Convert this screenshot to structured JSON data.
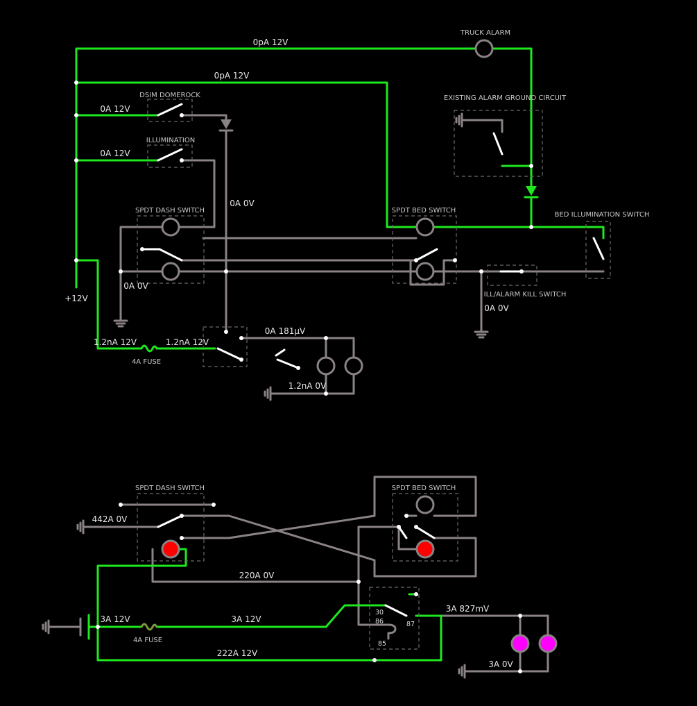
{
  "labels": {
    "truck_alarm": "TRUCK ALARM",
    "dsim_domerock": "DSIM DOMEROCK",
    "illumination": "ILLUMINATION",
    "existing_alarm_ground": "EXISTING ALARM GROUND CIRCUIT",
    "spdt_dash_switch_top": "SPDT DASH SWITCH",
    "spdt_bed_switch_top": "SPDT BED SWITCH",
    "bed_illumination_switch": "BED ILLUMINATION SWITCH",
    "ill_alarm_kill_switch": "ILL/ALARM KILL SWITCH",
    "fuse_top": "4A FUSE",
    "spdt_dash_switch_bottom": "SPDT DASH SWITCH",
    "spdt_bed_switch_bottom": "SPDT BED SWITCH",
    "fuse_bottom": "4A FUSE",
    "relay_30": "30",
    "relay_86": "86",
    "relay_87": "87",
    "relay_85": "85"
  },
  "readouts": {
    "top_wire_1": "0pA 12V",
    "top_wire_2": "0pA 12V",
    "domerock_wire": "0A 12V",
    "illumination_wire": "0A 12V",
    "vertical_diode_wire": "0A 0V",
    "supply": "+12V",
    "dash_ground": "0A 0V",
    "kill_ground": "0A 0V",
    "fuse_in": "1.2nA 12V",
    "fuse_out": "1.2nA 12V",
    "lamp_feed": "0A 181µV",
    "lamp_ground": "1.2nA 0V",
    "bottom_ground": "442A 0V",
    "cross_wire": "220A 0V",
    "battery": "3A 12V",
    "fuse_line": "3A 12V",
    "relay_out": "3A 827mV",
    "return_line": "222A 12V",
    "lamp2_ground": "3A 0V"
  },
  "colors": {
    "live_wire": "#1ee81e",
    "dead_wire": "#8a8283",
    "led_red": "#ff0000",
    "led_magenta": "#ff00ff"
  }
}
